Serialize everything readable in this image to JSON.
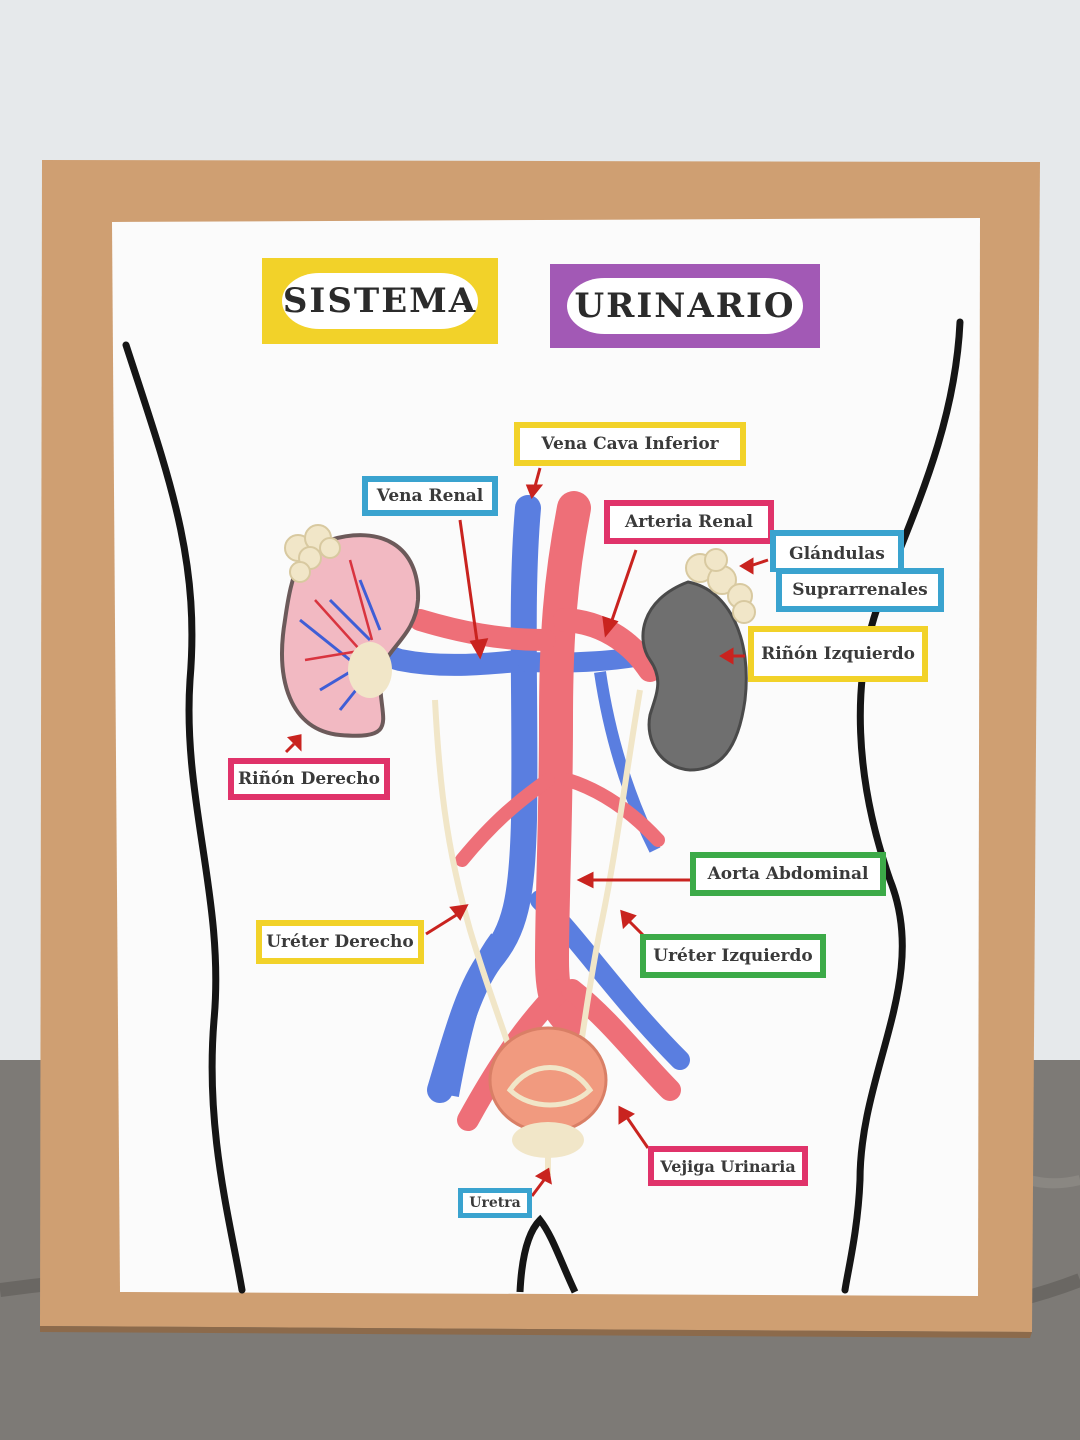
{
  "title": {
    "word1": "SISTEMA",
    "word2": "URINARIO"
  },
  "labels": {
    "vena_cava": "Vena Cava Inferior",
    "vena_renal": "Vena Renal",
    "arteria_renal": "Arteria Renal",
    "glandulas_1": "Glándulas",
    "glandulas_2": "Suprarrenales",
    "rinon_izq": "Riñón Izquierdo",
    "rinon_der": "Riñón Derecho",
    "aorta": "Aorta Abdominal",
    "ureter_der": "Uréter Derecho",
    "ureter_izq": "Uréter Izquierdo",
    "vejiga": "Vejiga Urinaria",
    "uretra": "Uretra"
  },
  "colors": {
    "yellow": "#f2d229",
    "purple": "#a259b5",
    "blue": "#3aa3cf",
    "red": "#e0336a",
    "green": "#3caa48",
    "vein": "#5a7ee0",
    "artery": "#ee6f78",
    "kidney_gray": "#6f6f6f",
    "clay_cream": "#f1e6c8",
    "board": "#cf9f72",
    "paper": "#fbfbfb"
  }
}
